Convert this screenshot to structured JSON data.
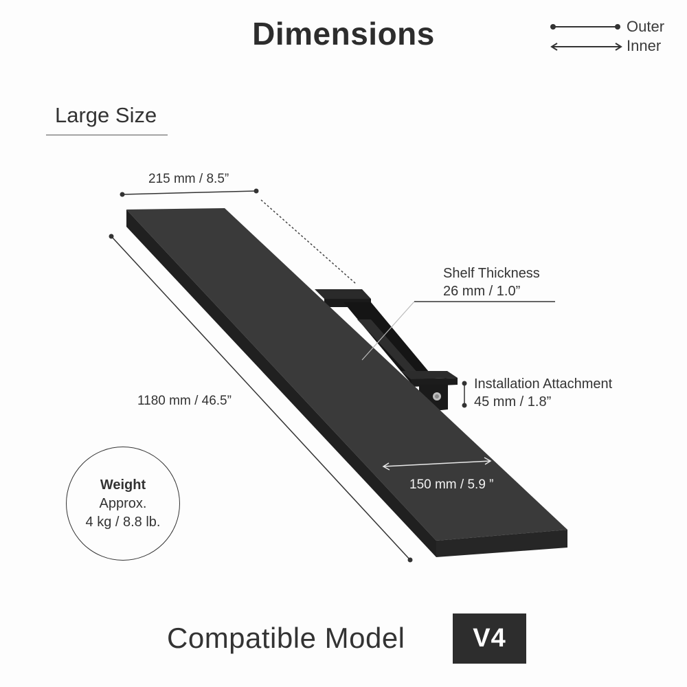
{
  "title": "Dimensions",
  "legend": {
    "outer_label": "Outer",
    "inner_label": "Inner"
  },
  "size_label": "Large Size",
  "dimensions": {
    "width": "215 mm / 8.5”",
    "length": "1180 mm / 46.5”",
    "depth_inner": "150 mm / 5.9 ”"
  },
  "callouts": {
    "shelf_thickness_title": "Shelf Thickness",
    "shelf_thickness_value": "26 mm / 1.0”",
    "installation_title": "Installation Attachment",
    "installation_value": "45 mm / 1.8”"
  },
  "weight": {
    "heading": "Weight",
    "line1": "Approx.",
    "line2": "4 kg / 8.8 lb."
  },
  "compatible": {
    "label": "Compatible Model",
    "model": "V4"
  },
  "colors": {
    "shelf_top": "#3a3a3a",
    "shelf_side": "#1f1f1f",
    "badge_bg": "#2d2d2d",
    "line": "#333333"
  },
  "icons": [
    "dot-line-icon",
    "double-arrow-icon"
  ]
}
